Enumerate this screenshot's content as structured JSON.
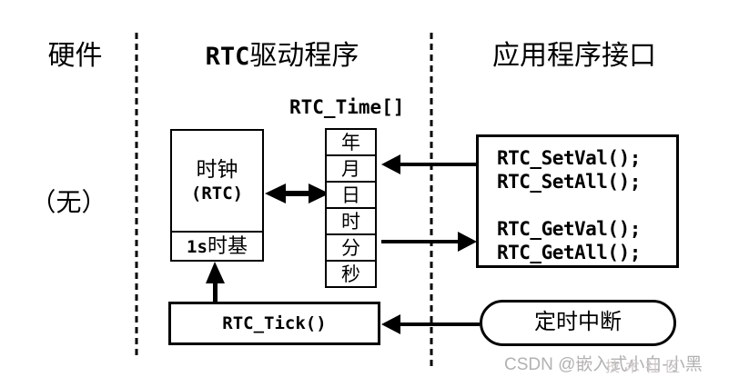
{
  "headers": {
    "hardware": "硬件",
    "driver_prefix": "RTC",
    "driver_suffix": "驱动程序",
    "api": "应用程序接口"
  },
  "hardware": {
    "none_label": "（无）"
  },
  "driver": {
    "clock": {
      "line1": "时钟",
      "line2": "(RTC)",
      "timebase_prefix": "1s",
      "timebase_suffix": "时基"
    },
    "time_array": {
      "label": "RTC_Time[]",
      "cells": [
        "年",
        "月",
        "日",
        "时",
        "分",
        "秒"
      ]
    },
    "tick_label": "RTC_Tick()"
  },
  "api": {
    "functions": [
      "RTC_SetVal();",
      "RTC_SetAll();",
      "RTC_GetVal();",
      "RTC_GetAll();"
    ],
    "interrupt_label": "定时中断"
  },
  "watermark": {
    "primary": "CSDN @嵌入式小白-小黑",
    "secondary": "技术社区"
  },
  "colors": {
    "ink": "#000000",
    "background": "#ffffff",
    "watermark": "#b3b1b1"
  }
}
